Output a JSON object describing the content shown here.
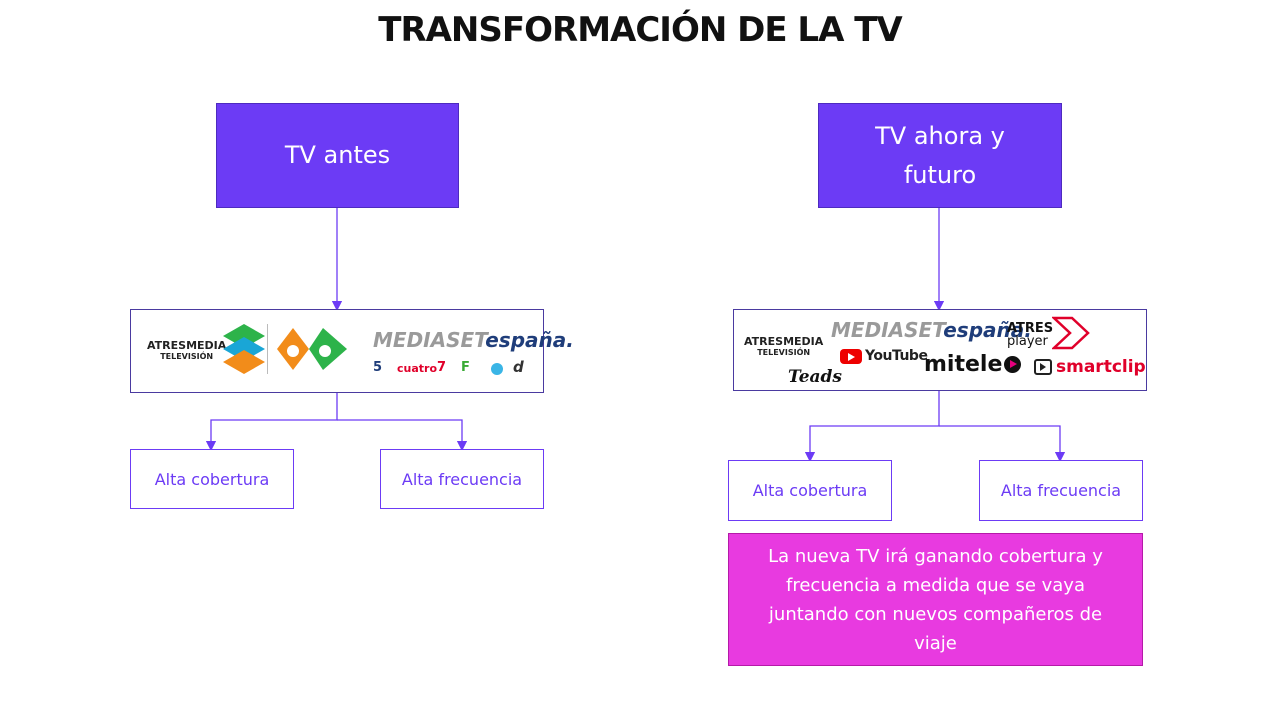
{
  "title": "TRANSFORMACIÓN DE LA TV",
  "left": {
    "header": "TV antes",
    "logos": {
      "atresmedia": "ATRESMEDIA",
      "atresmedia_sub": "TELEVISIÓN",
      "mediaset_a": "MEDIASET",
      "mediaset_b": "españa.",
      "channels": [
        "5",
        "cuatro",
        "7",
        "F",
        "",
        "d"
      ]
    },
    "outputs": [
      "Alta cobertura",
      "Alta frecuencia"
    ]
  },
  "right": {
    "header": "TV ahora y futuro",
    "logos": {
      "atresmedia": "ATRESMEDIA",
      "atresmedia_sub": "TELEVISIÓN",
      "mediaset_a": "MEDIASET",
      "mediaset_b": "españa.",
      "atres": "ATRES",
      "player": "player",
      "youtube": "YouTube",
      "mitele": "mitele",
      "teads": "Teads",
      "smartclip": "smartclip"
    },
    "outputs": [
      "Alta cobertura",
      "Alta frecuencia"
    ],
    "note": "La nueva TV irá ganando cobertura y frecuencia a medida que se vaya juntando con nuevos compañeros de viaje"
  },
  "colors": {
    "primary": "#6c3bf5",
    "accent": "#e83ae0",
    "text_dark": "#111111"
  }
}
